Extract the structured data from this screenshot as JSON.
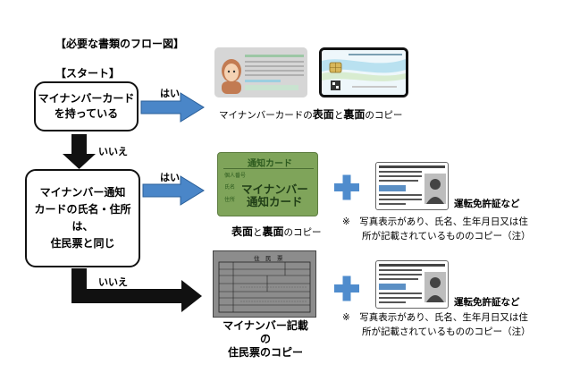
{
  "title": "【必要な書類のフロー図】",
  "start_label": "【スタート】",
  "q1": "マイナンバーカード\nを持っている",
  "q2": "マイナンバー通知\nカードの氏名・住所\nは、\n住民票と同じ",
  "yes": "はい",
  "no": "いいえ",
  "result1": {
    "part1": "マイナンバーカードの",
    "front": "表面",
    "part2": "と",
    "back": "裏面",
    "part3": "のコピー"
  },
  "result2": {
    "front": "表面",
    "part2": "と",
    "back": "裏面",
    "part3": "のコピー"
  },
  "result3_line1": "マイナンバー記載の",
  "result3_line2": "住民票のコピー",
  "license_label": "運転免許証など",
  "note_line1": "※　写真表示があり、氏名、生年月日又は住",
  "note_line2": "所が記載されているもののコピー（注）",
  "notif_card": {
    "title": "通知カード",
    "name_field": "個人番号",
    "name_label": "氏名",
    "address_label": "住所",
    "main1": "マイナンバー",
    "main2": "通知カード"
  },
  "juminhyo": {
    "title": "住　民　票"
  },
  "colors": {
    "arrow_blue": "#4a86c8",
    "arrow_black": "#111111",
    "plus_blue": "#4f8ccd",
    "card_green": "#7fa45a",
    "notif_text": "#2c5a1e"
  }
}
